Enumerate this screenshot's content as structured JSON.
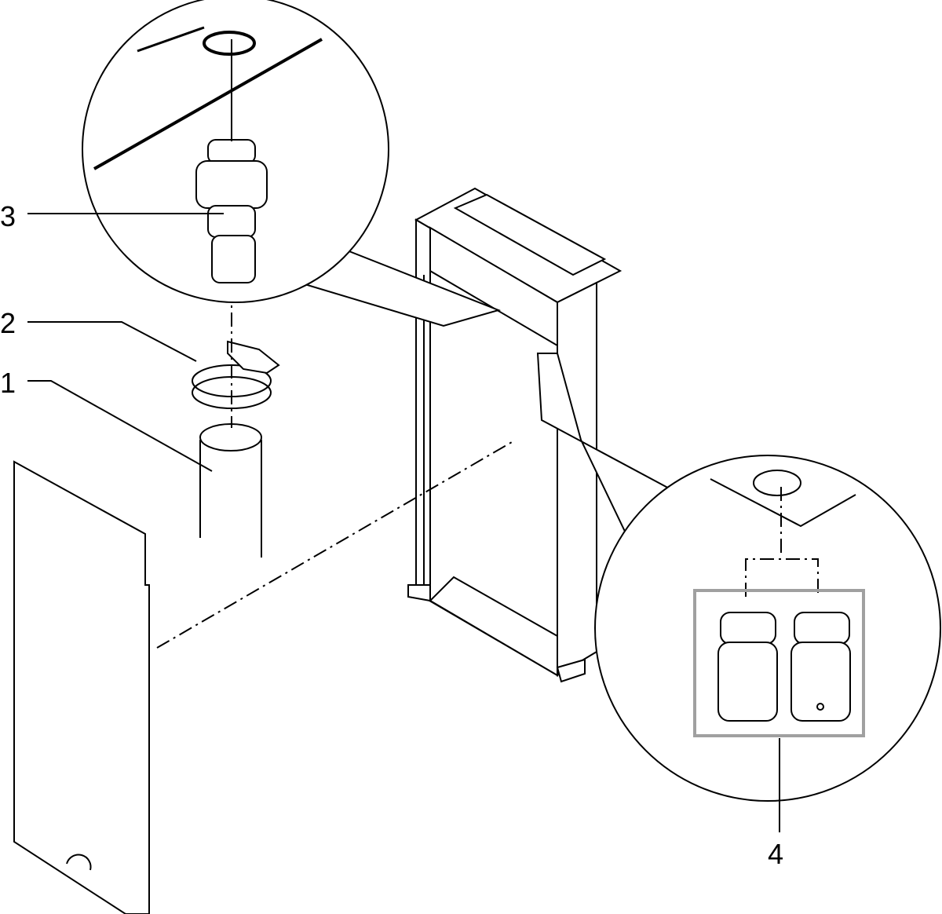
{
  "diagram": {
    "type": "exploded-assembly-drawing",
    "callouts": [
      {
        "number": "1",
        "part": "pipe"
      },
      {
        "number": "2",
        "part": "hose-clamp"
      },
      {
        "number": "3",
        "part": "stepped-connector"
      },
      {
        "number": "4",
        "part": "plug-pair"
      }
    ],
    "colors": {
      "line": "#000000",
      "highlight_box": "#a0a0a0"
    }
  }
}
